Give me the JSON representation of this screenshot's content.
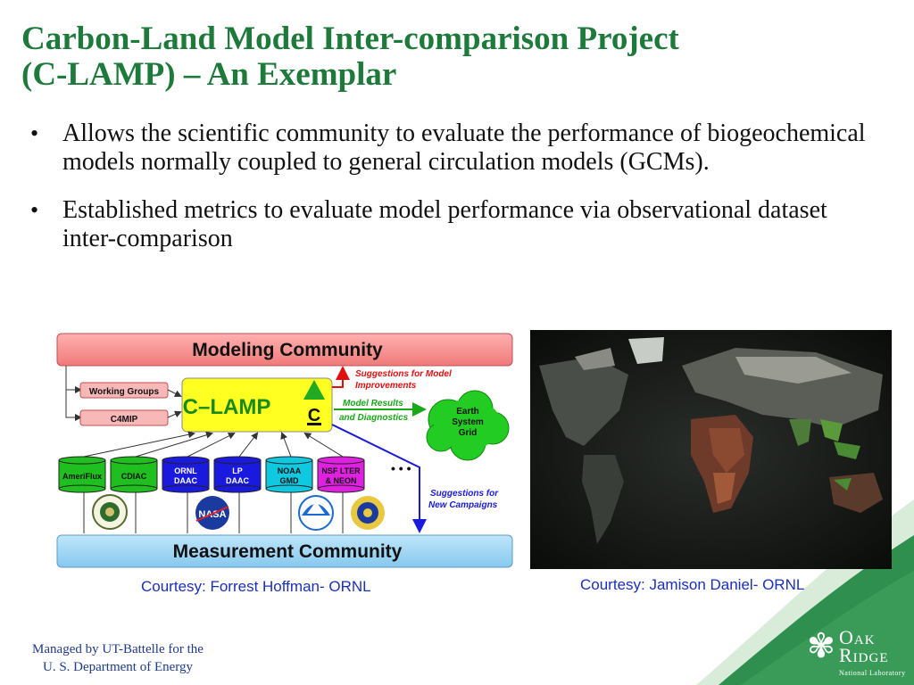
{
  "title": {
    "line1": "Carbon-Land Model Inter-comparison Project",
    "line2": "(C-LAMP) – An Exemplar"
  },
  "bullets": [
    {
      "symbol": "•",
      "text": "Allows the scientific community to evaluate the performance of biogeochemical models normally coupled to general circulation models (GCMs)."
    },
    {
      "symbol": "•",
      "text": "Established metrics to evaluate model performance via observational dataset inter-comparison"
    }
  ],
  "diagram": {
    "modeling_community": "Modeling Community",
    "measurement_community": "Measurement Community",
    "clamp": "C–LAMP",
    "clamp_icon_letter": "C",
    "working_groups": "Working Groups",
    "c4mip": "C4MIP",
    "suggestions_model_line1": "Suggestions for Model",
    "suggestions_model_line2": "Improvements",
    "model_results": "Model Results",
    "and_diagnostics": "and Diagnostics",
    "earth_system_grid": [
      "Earth",
      "System",
      "Grid"
    ],
    "suggestions_campaigns_line1": "Suggestions for",
    "suggestions_campaigns_line2": "New Campaigns",
    "ellipsis": "• • •",
    "datasets": [
      {
        "line1": "AmeriFlux",
        "line2": "",
        "color": "#1fbf1f"
      },
      {
        "line1": "CDIAC",
        "line2": "",
        "color": "#1fbf1f"
      },
      {
        "line1": "ORNL",
        "line2": "DAAC",
        "color": "#1a1adf"
      },
      {
        "line1": "LP",
        "line2": "DAAC",
        "color": "#1a1adf"
      },
      {
        "line1": "NOAA",
        "line2": "GMD",
        "color": "#10c8e0"
      },
      {
        "line1": "NSF LTER",
        "line2": "& NEON",
        "color": "#e020e0"
      }
    ],
    "agency_icons": [
      "doe-seal-icon",
      "nasa-logo-icon",
      "noaa-logo-icon",
      "nsf-logo-icon"
    ]
  },
  "captions": {
    "left": "Courtesy: Forrest Hoffman- ORNL",
    "right": "Courtesy: Jamison Daniel- ORNL"
  },
  "footer": {
    "managed_line1": "Managed by UT-Battelle for the",
    "managed_line2": "U. S.  Department of Energy"
  },
  "logo": {
    "oak": "Oak",
    "ridge": "Ridge",
    "national_laboratory": "National Laboratory"
  },
  "colors": {
    "title": "#1e7a3a",
    "caption": "#1b2fbf",
    "modeling_bar": "#f08080",
    "measurement_bar": "#87ceeb",
    "clamp_box": "#ffff22",
    "earth_grid": "#22cc22",
    "swoosh": "#2f8f4f"
  }
}
